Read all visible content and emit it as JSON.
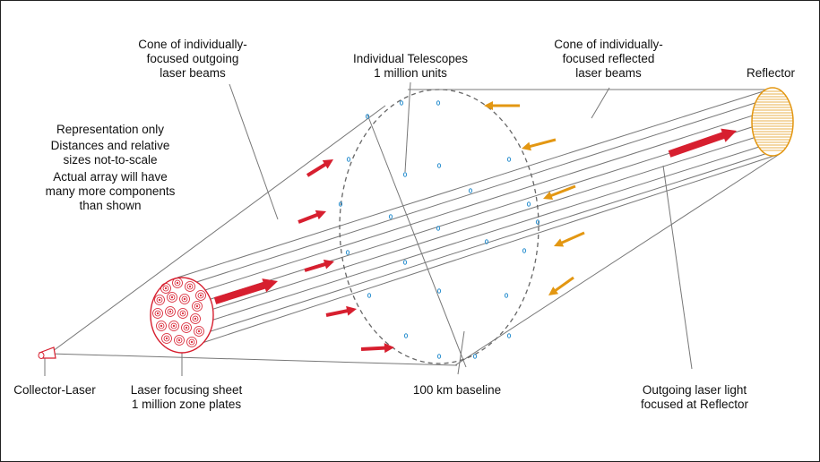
{
  "labels": {
    "cone_outgoing": "Cone of individually-\nfocused outgoing\nlaser beams",
    "telescopes": "Individual Telescopes\n1 million units",
    "cone_reflected": "Cone of individually-\nfocused reflected\nlaser beams",
    "reflector": "Reflector",
    "representation": "Representation only",
    "distances": "Distances and relative\nsizes not-to-scale",
    "actual_array": "Actual array will have\nmany more components\nthan shown",
    "collector_laser": "Collector-Laser",
    "focusing_sheet": "Laser focusing sheet\n1 million zone plates",
    "baseline": "100 km baseline",
    "outgoing_light": "Outgoing laser light\nfocused at Reflector"
  },
  "colors": {
    "laser_red": "#d71f2f",
    "reflected_orange": "#e39712",
    "telescope_blue": "#2a8fcf",
    "line_gray": "#777777",
    "dash_gray": "#666666"
  }
}
